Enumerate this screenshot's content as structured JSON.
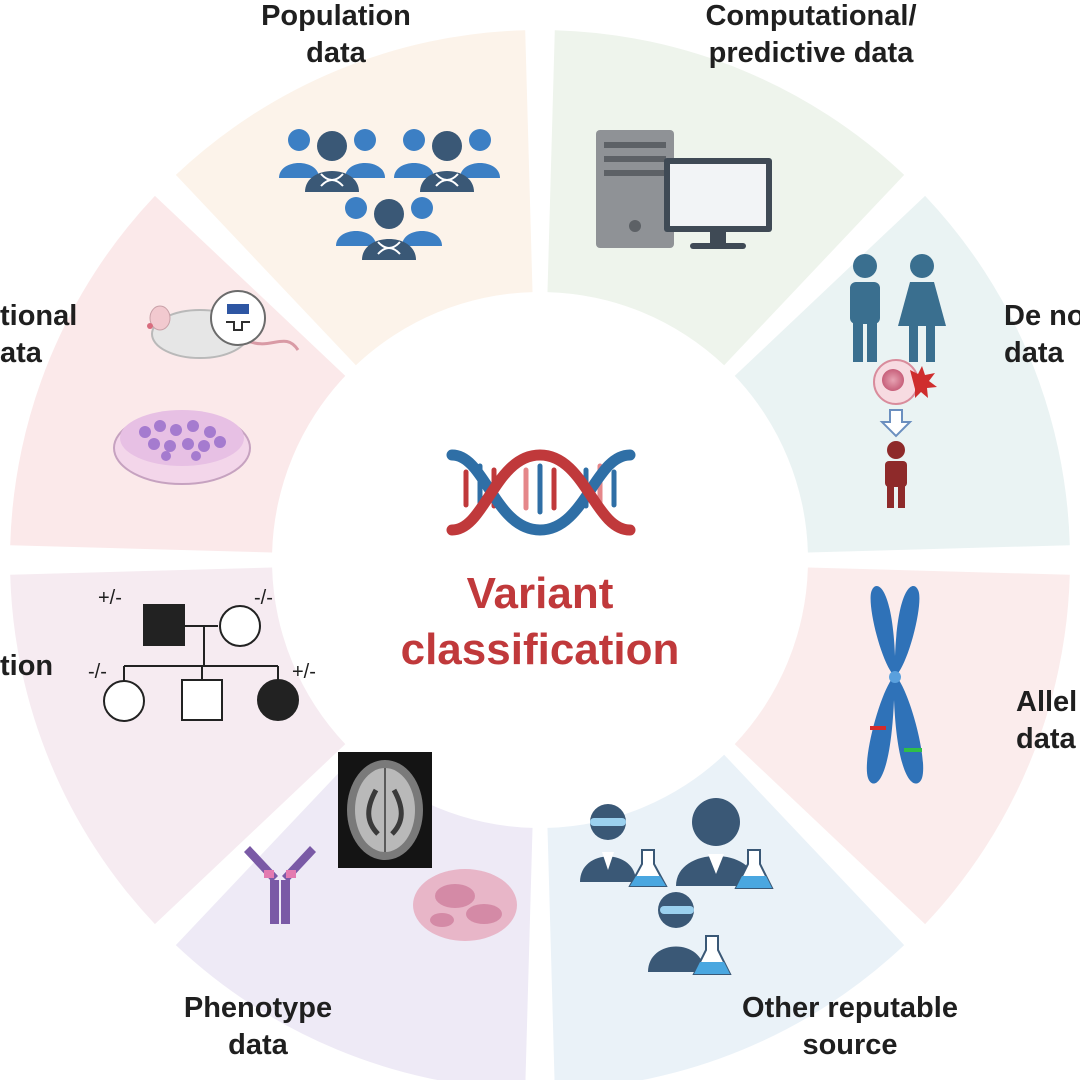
{
  "center": {
    "title_line1": "Variant",
    "title_line2": "classification"
  },
  "segments": [
    {
      "id": "population",
      "line1": "Population",
      "line2": "data",
      "color": "#fcf3ea"
    },
    {
      "id": "computational",
      "line1": "Computational/",
      "line2": "predictive data",
      "color": "#eef4ec"
    },
    {
      "id": "de-novo",
      "line1": "De no",
      "line2": "data",
      "color": "#eaf3f3"
    },
    {
      "id": "allelic",
      "line1": "Allel",
      "line2": "data",
      "color": "#fbecec"
    },
    {
      "id": "other-reputable",
      "line1": "Other reputable",
      "line2": "source",
      "color": "#eaf2f8"
    },
    {
      "id": "phenotype",
      "line1": "Phenotype",
      "line2": "data",
      "color": "#eeeaf6"
    },
    {
      "id": "segregation",
      "line1": "tion",
      "line2": "",
      "color": "#f6ebf1"
    },
    {
      "id": "functional",
      "line1": "tional",
      "line2": "ata",
      "color": "#fbe9ea"
    }
  ],
  "pedigree": {
    "father_genotype": "+/-",
    "mother_genotype": "-/-",
    "child1_genotype": "-/-",
    "child3_genotype": "+/-"
  },
  "colors": {
    "icon_blue": "#3c7fc4",
    "icon_dark": "#3a5876",
    "dna_red": "#c0393b",
    "dna_blue": "#2f6fa6",
    "human_red": "#8e2a2a",
    "chromosome_blue": "#2f72b8"
  }
}
